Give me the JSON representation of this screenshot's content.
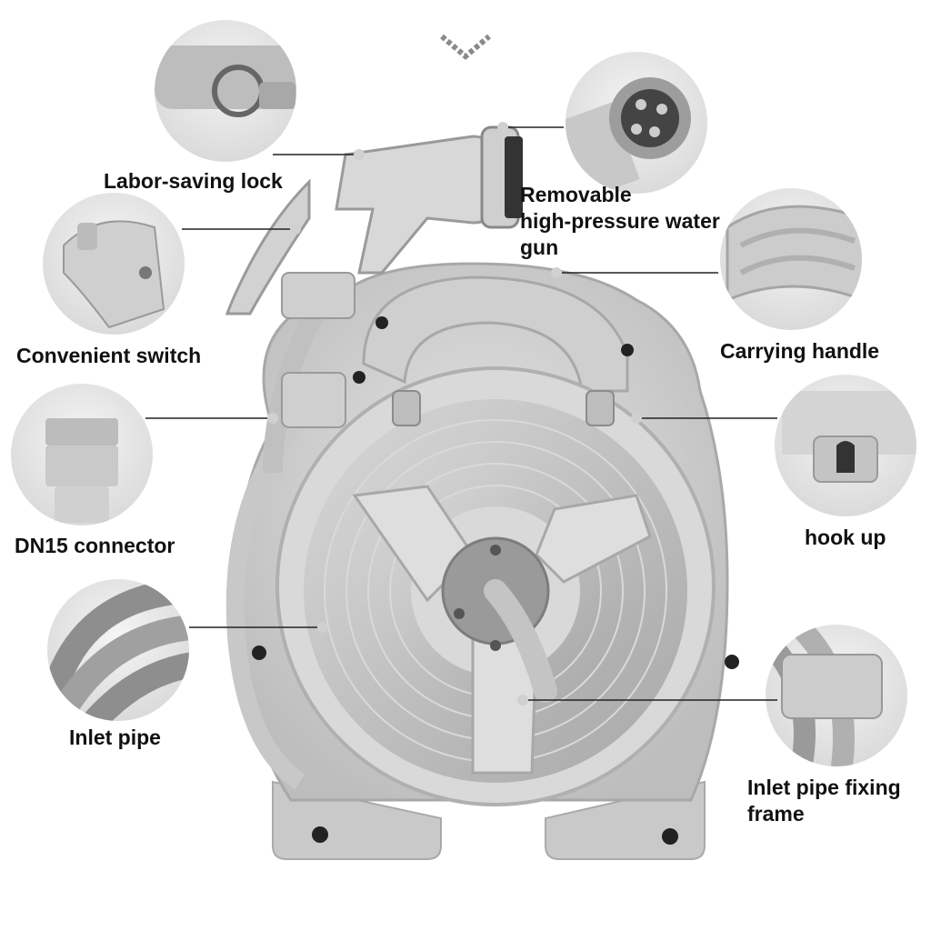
{
  "labels": {
    "labor_saving_lock": "Labor-saving lock",
    "removable_gun": [
      "Removable",
      "high-pressure water",
      "gun"
    ],
    "convenient_switch": "Convenient switch",
    "carrying_handle": "Carrying handle",
    "dn15_connector": "DN15 connector",
    "hook_up": "hook up",
    "inlet_pipe": "Inlet pipe",
    "inlet_pipe_fixing_frame": [
      "Inlet pipe fixing",
      "frame"
    ]
  },
  "colors": {
    "product_body": "#d4d4d4",
    "product_dark": "#b3b3b3",
    "hose": "#c6c6c6",
    "callout_line": "#222222",
    "detail_bg": "#ececec",
    "text": "#111111"
  },
  "icons": [
    "chevron-down-icon"
  ]
}
